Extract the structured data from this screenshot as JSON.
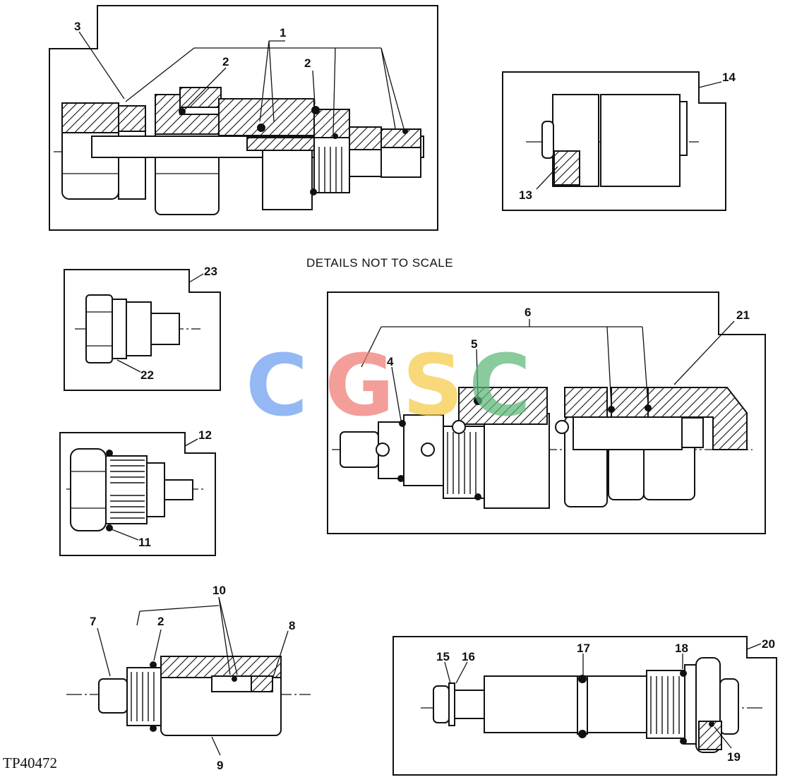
{
  "caption": "DETAILS NOT TO SCALE",
  "figure_id": "TP40472",
  "watermark": {
    "letters": [
      "C",
      "G",
      "S",
      "C"
    ],
    "colors": [
      "#6a9ef0",
      "#f07a72",
      "#f4cb48",
      "#5cb878"
    ]
  },
  "callouts": {
    "c1": "1",
    "c2a": "2",
    "c2b": "2",
    "c2c": "2",
    "c3": "3",
    "c4": "4",
    "c5": "5",
    "c6": "6",
    "c7": "7",
    "c8": "8",
    "c9": "9",
    "c10": "10",
    "c11": "11",
    "c12": "12",
    "c13": "13",
    "c14": "14",
    "c15": "15",
    "c16": "16",
    "c17": "17",
    "c18": "18",
    "c19": "19",
    "c20": "20",
    "c21": "21",
    "c22": "22",
    "c23": "23"
  }
}
